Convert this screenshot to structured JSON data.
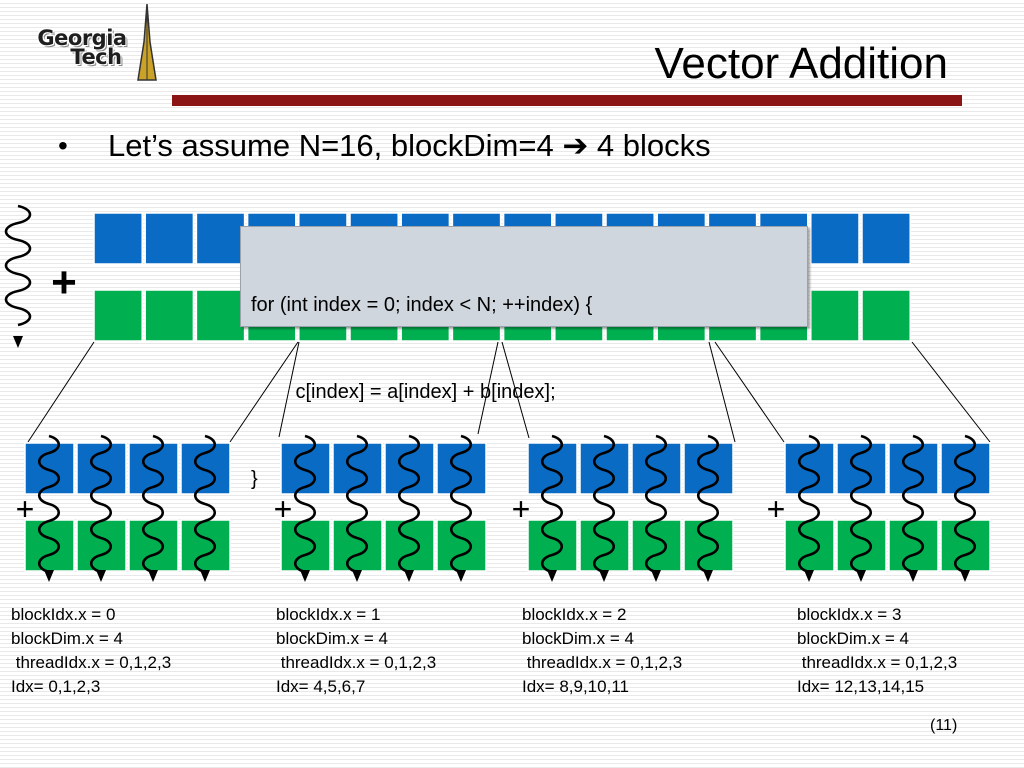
{
  "logo": {
    "line1": "Georgia",
    "line2": "Tech"
  },
  "title": "Vector Addition",
  "bullet": {
    "marker": "•",
    "text": "Let’s assume N=16, blockDim=4 ➔ 4 blocks"
  },
  "code": {
    "line1": "for (int index = 0; index < N; ++index) {",
    "line2": "        c[index] = a[index] + b[index];",
    "line3": "}"
  },
  "plus_symbol": "+",
  "blocks": [
    {
      "line1": "blockIdx.x = 0",
      "line2": "blockDim.x = 4",
      "line3": " threadIdx.x = 0,1,2,3",
      "line4": "Idx= 0,1,2,3"
    },
    {
      "line1": "blockIdx.x = 1",
      "line2": "blockDim.x = 4",
      "line3": " threadIdx.x = 0,1,2,3",
      "line4": "Idx= 4,5,6,7"
    },
    {
      "line1": "blockIdx.x = 2",
      "line2": "blockDim.x = 4",
      "line3": " threadIdx.x = 0,1,2,3",
      "line4": "Idx= 8,9,10,11"
    },
    {
      "line1": "blockIdx.x = 3",
      "line2": "blockDim.x = 4",
      "line3": " threadIdx.x = 0,1,2,3",
      "line4": "Idx= 12,13,14,15"
    }
  ],
  "page_number": "(11)",
  "colors": {
    "vector_a": "#0a6bc4",
    "vector_b": "#00b050",
    "title_rule": "#8b1414",
    "code_box": "#cfd6dd"
  }
}
